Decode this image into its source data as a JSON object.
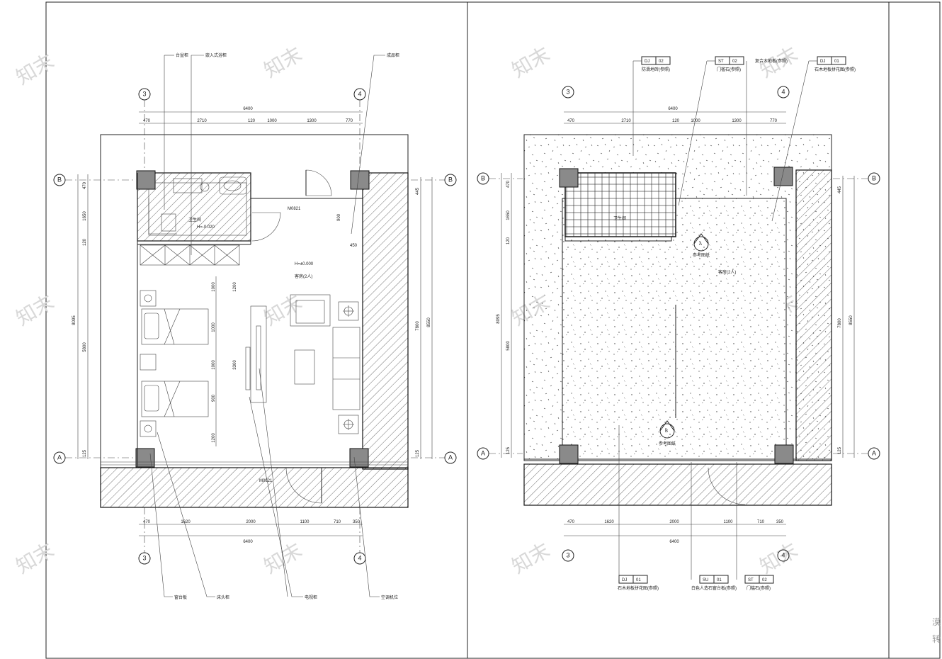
{
  "watermark": "知末",
  "edge_text": [
    "漠",
    "转"
  ],
  "axes": {
    "col_left": "3",
    "col_right": "4",
    "row_top": "B",
    "row_bottom": "A"
  },
  "left_plan": {
    "top_dims": {
      "total": "6400",
      "segments": [
        "470",
        "2710",
        "120",
        "1000",
        "1300",
        "770"
      ]
    },
    "bottom_dims": {
      "total": "6400",
      "segments": [
        "470",
        "1620",
        "2000",
        "1100",
        "710",
        "350"
      ]
    },
    "left_dims": {
      "total": "8095",
      "segments": [
        "470",
        "1650",
        "120",
        "5800",
        "125"
      ]
    },
    "right_dims": {
      "total": "8550",
      "segments": [
        "445",
        "7800",
        "125"
      ]
    },
    "inner_dims": [
      "1000",
      "1000",
      "1000",
      "900",
      "1200",
      "3300",
      "1200"
    ],
    "room_label": "客房(2人)",
    "elev_label": "H=±0.000",
    "bath_label": "卫生间",
    "bath_elev": "H=-0.020",
    "door_labels": [
      "M0821",
      "M0921"
    ],
    "small_dims": [
      "900",
      "450"
    ],
    "callouts_top": [
      "台盆柜",
      "嵌入式浴柜",
      "成品柜"
    ],
    "callouts_bottom": [
      "窗台板",
      "床头柜",
      "电视柜",
      "空调机位"
    ]
  },
  "right_plan": {
    "top_dims": {
      "total": "6400",
      "segments": [
        "470",
        "2710",
        "120",
        "1000",
        "1300",
        "770"
      ]
    },
    "bottom_dims": {
      "total": "6400",
      "segments": [
        "470",
        "1620",
        "2000",
        "1100",
        "710",
        "350"
      ]
    },
    "left_dims": {
      "total": "8095",
      "segments": [
        "470",
        "1650",
        "120",
        "5800",
        "125"
      ]
    },
    "right_dims": {
      "total": "8550",
      "segments": [
        "445",
        "7800",
        "125"
      ]
    },
    "room_label": "客房(2人)",
    "bath_label": "卫生间",
    "elev_mark": "A",
    "elev_mark_2": "B",
    "elev_sub": "参考图纸",
    "tags_top": [
      {
        "code": "DJ",
        "num": "02",
        "text": "防滑地砖(参照)"
      },
      {
        "code": "ST",
        "num": "02",
        "text": "门槛石(参照)"
      },
      {
        "code": "",
        "num": "",
        "text": "复合木地板(参照)"
      },
      {
        "code": "DJ",
        "num": "01",
        "text": "石木地板拼花图(参照)"
      }
    ],
    "tags_bottom": [
      {
        "code": "DJ",
        "num": "01",
        "text": "石木地板拼花图(参照)"
      },
      {
        "code": "SU",
        "num": "01",
        "text": "白色人造石窗台板(参照)"
      },
      {
        "code": "ST",
        "num": "02",
        "text": "门槛石(参照)"
      }
    ]
  }
}
